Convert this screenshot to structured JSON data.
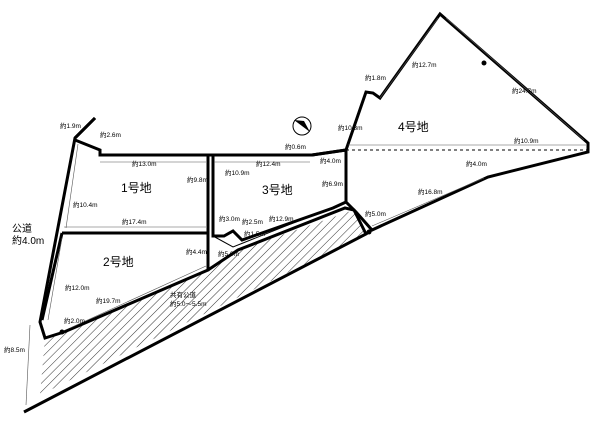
{
  "lots": {
    "lot1": "1号地",
    "lot2": "2号地",
    "lot3": "3号地",
    "lot4": "4号地"
  },
  "roads": {
    "public_road_line1": "公道",
    "public_road_line2": "約4.0m",
    "shared_road_line1": "共有公道",
    "shared_road_line2": "約5.0～5.5m"
  },
  "dims": {
    "d_1_9": "約1.9m",
    "d_2_6": "約2.6m",
    "d_13_0": "約13.0m",
    "d_9_8": "約9.8m",
    "d_10_4": "約10.4m",
    "d_17_4": "約17.4m",
    "d_4_4": "約4.4m",
    "d_12_0": "約12.0m",
    "d_19_7": "約19.7m",
    "d_2_0": "約2.0m",
    "d_8_5": "約8.5m",
    "d_12_4": "約12.4m",
    "d_4_0a": "約4.0m",
    "d_10_9a": "約10.9m",
    "d_6_9": "約6.9m",
    "d_3_0": "約3.0m",
    "d_2_5": "約2.5m",
    "d_1_5": "約1.5m",
    "d_12_9": "約12.9m",
    "d_5_0": "約5.0m",
    "d_5_0b": "約5.0m",
    "d_0_6": "約0.6m",
    "d_1_8": "約1.8m",
    "d_12_7": "約12.7m",
    "d_24_7": "約24.7m",
    "d_10_3": "約10.3m",
    "d_10_9b": "約10.9m",
    "d_4_0b": "約4.0m",
    "d_16_8": "約16.8m"
  },
  "icons": {
    "north": "north-arrow-icon",
    "marker": "boundary-marker-icon"
  }
}
